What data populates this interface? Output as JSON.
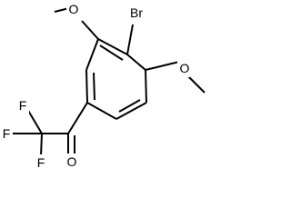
{
  "molecule": {
    "atoms": {
      "br": "Br",
      "f_left": "F",
      "f_bottom": "F",
      "f_top": "F",
      "o_carbonyl": "O",
      "o_methoxy_top": "O",
      "o_methoxy_right": "O"
    }
  }
}
